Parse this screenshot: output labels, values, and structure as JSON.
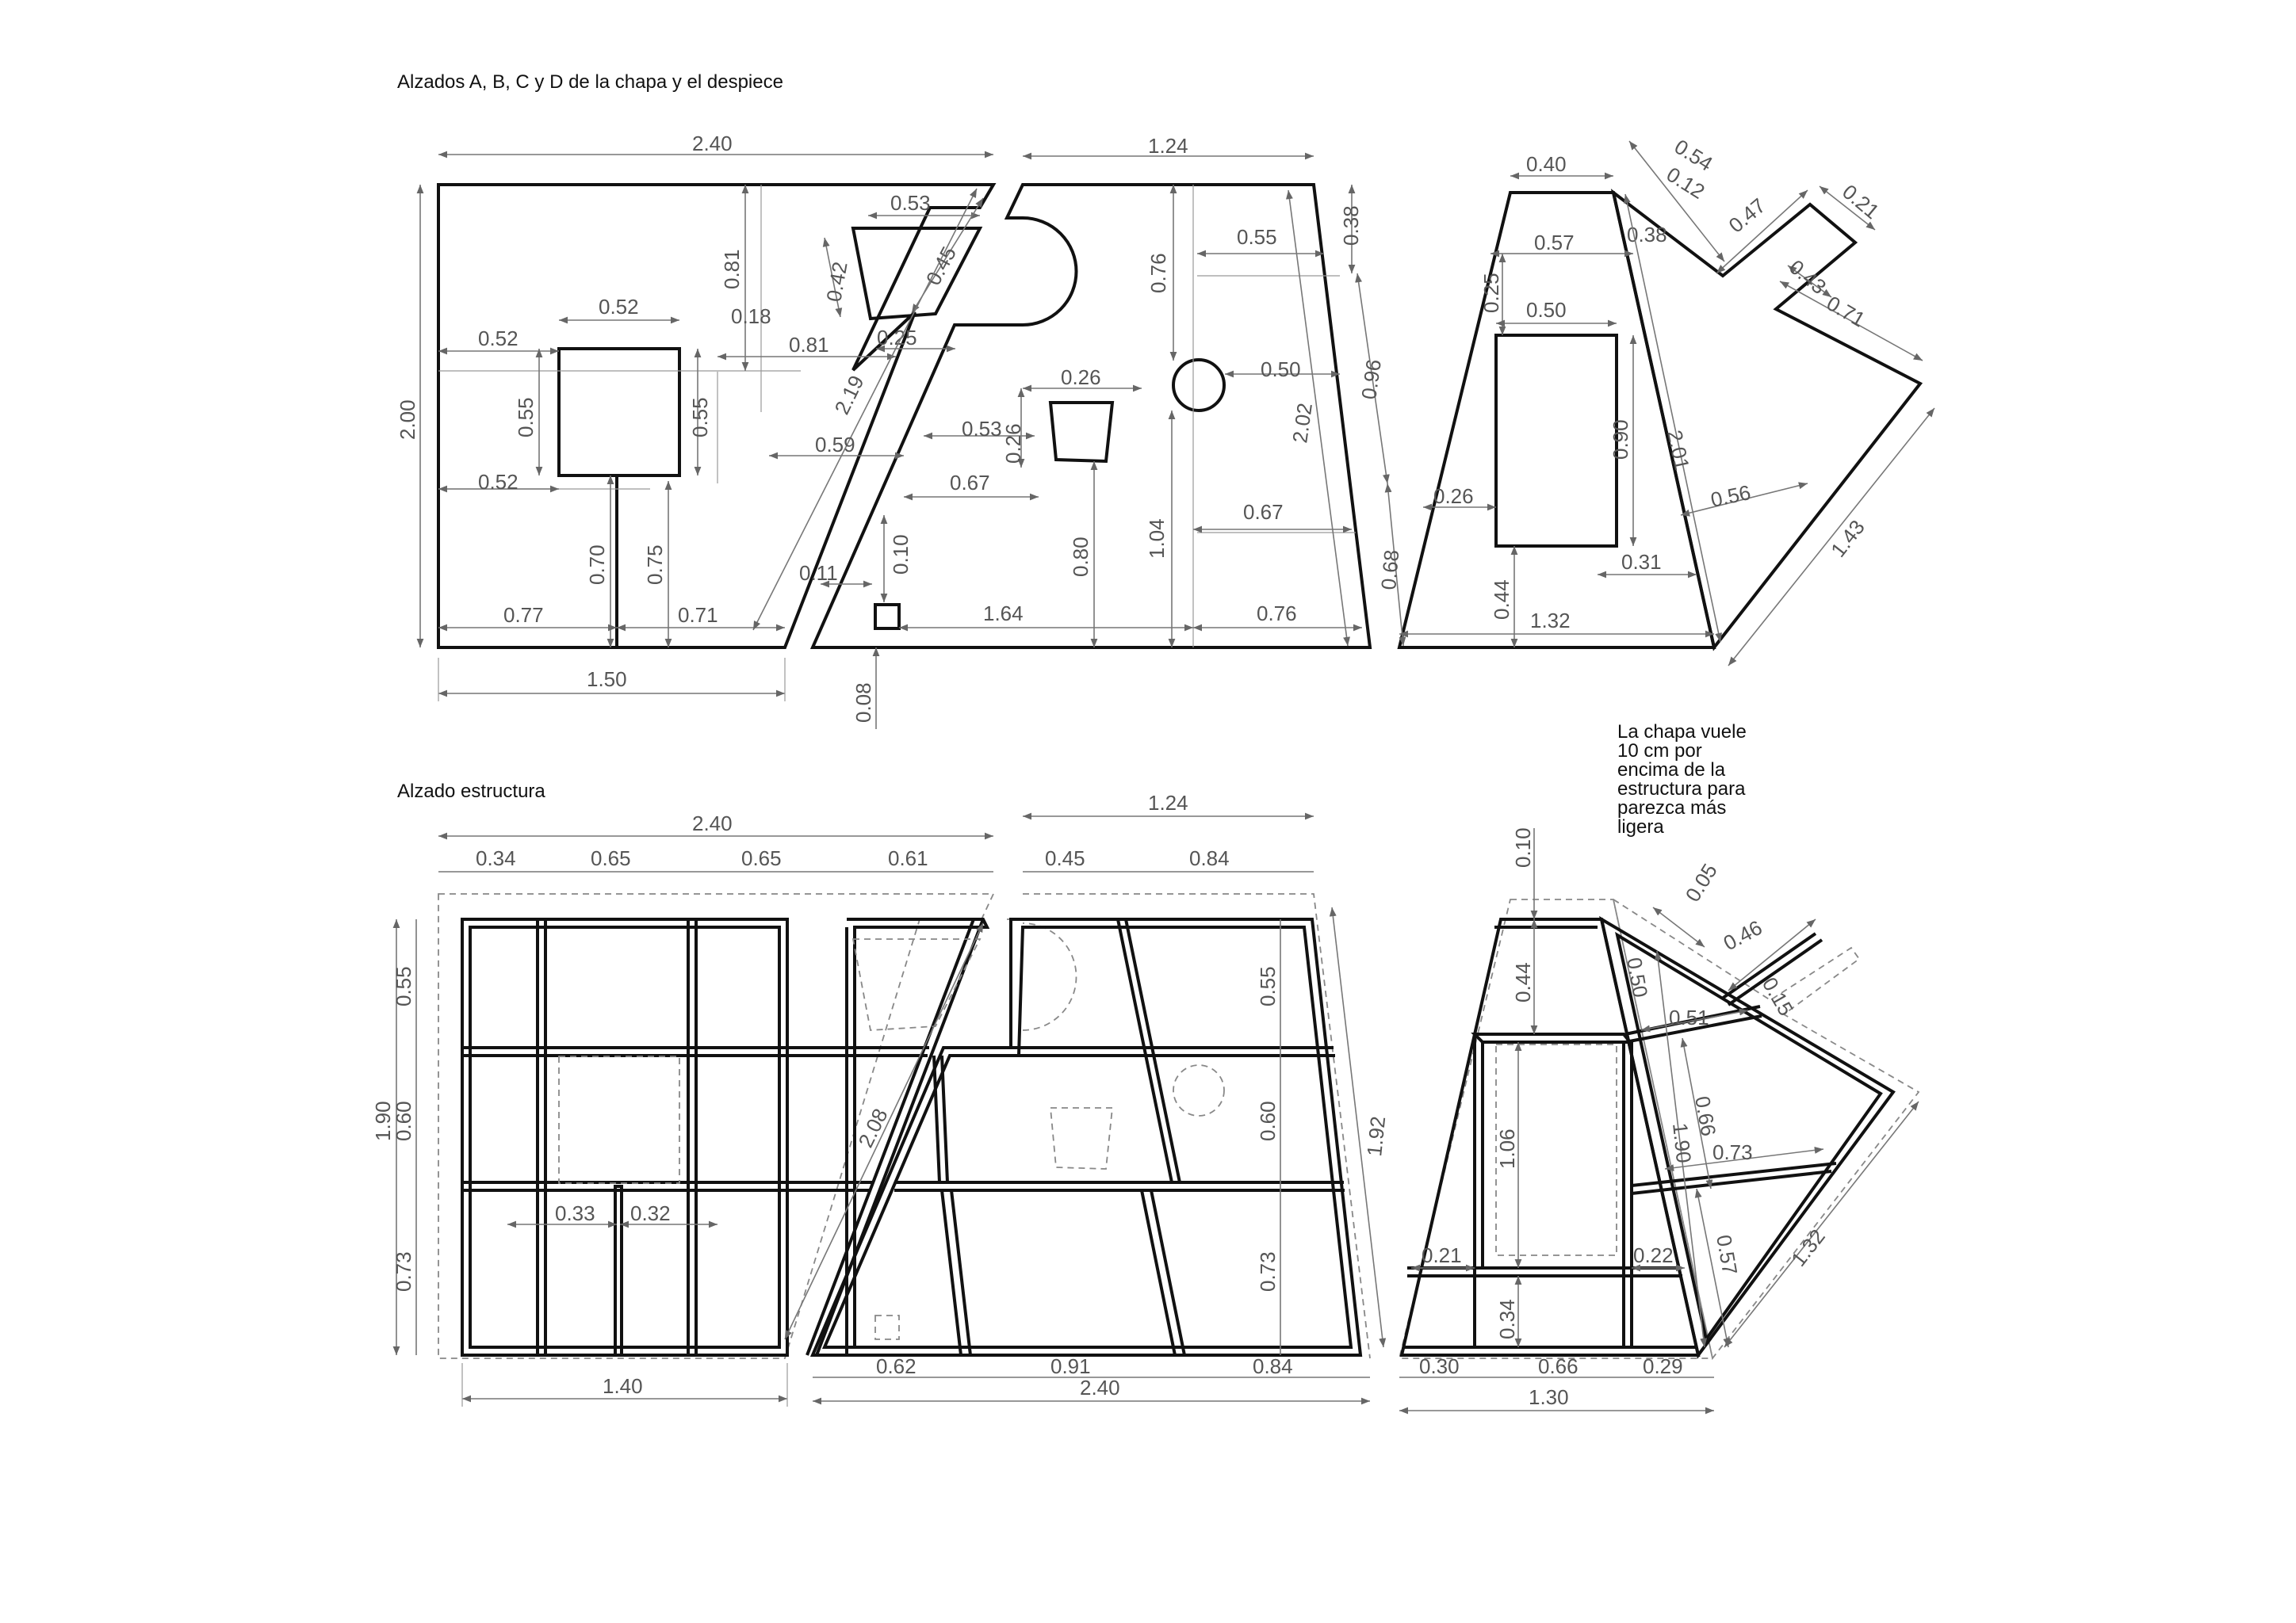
{
  "captions": {
    "top": "Alzados A, B, C y D de la chapa y el despiece",
    "bottom": "Alzado estructura",
    "note": [
      "La chapa vuele",
      "10 cm por",
      "encima de la",
      "estructura para",
      "parezca más",
      "ligera"
    ]
  },
  "dims": {
    "a_width": "2.40",
    "a_height": "2.00",
    "a_sq_w": "0.52",
    "a_left": "0.52",
    "a_left2": "0.52",
    "a_sq_h": "0.55",
    "a_sq_h2": "0.55",
    "a_v070": "0.70",
    "a_v075": "0.75",
    "a_077": "0.77",
    "a_071": "0.71",
    "a_150": "1.50",
    "a_081v": "0.81",
    "a_018": "0.18",
    "a_081h": "0.81",
    "a_025": "0.25",
    "a_053": "0.53",
    "a_042": "0.42",
    "a_045": "0.45",
    "a_219": "2.19",
    "a_059": "0.59",
    "b_width": "1.24",
    "b_076": "0.76",
    "b_055": "0.55",
    "b_038": "0.38",
    "b_050": "0.50",
    "b_026": "0.26",
    "b_053": "0.53",
    "b_026v": "0.26",
    "b_067a": "0.67",
    "b_096": "0.96",
    "b_202": "2.02",
    "b_104": "1.04",
    "b_080": "0.80",
    "b_067b": "0.67",
    "b_068": "0.68",
    "b_010": "0.10",
    "b_011": "0.11",
    "b_164": "1.64",
    "b_076b": "0.76",
    "b_008": "0.08",
    "c_040": "0.40",
    "c_057": "0.57",
    "c_038": "0.38",
    "c_025": "0.25",
    "c_050": "0.50",
    "c_090": "0.90",
    "c_201": "2.01",
    "c_026": "0.26",
    "c_056": "0.56",
    "c_031": "0.31",
    "c_044": "0.44",
    "c_132": "1.32",
    "d_054": "0.54",
    "d_012": "0.12",
    "d_047": "0.47",
    "d_021": "0.21",
    "d_043": "0.43",
    "d_071": "0.71",
    "d_143": "1.43",
    "s_240": "2.40",
    "s_034": "0.34",
    "s_065a": "0.65",
    "s_065b": "0.65",
    "s_061": "0.61",
    "s_124": "1.24",
    "s_045": "0.45",
    "s_084": "0.84",
    "s_190": "1.90",
    "s_055": "0.55",
    "s_060": "0.60",
    "s_073": "0.73",
    "s_033": "0.33",
    "s_032": "0.32",
    "s_140": "1.40",
    "s_208": "2.08",
    "s_055r": "0.55",
    "s_060r": "0.60",
    "s_073r": "0.73",
    "s_192": "1.92",
    "s_062": "0.62",
    "s_091": "0.91",
    "s_084b": "0.84",
    "s_240b": "2.40",
    "t_010": "0.10",
    "t_005": "0.05",
    "t_046": "0.46",
    "t_044": "0.44",
    "t_050": "0.50",
    "t_015": "0.15",
    "t_051": "0.51",
    "t_106": "1.06",
    "t_190": "1.90",
    "t_066v": "0.66",
    "t_073": "0.73",
    "t_021": "0.21",
    "t_022": "0.22",
    "t_057": "0.57",
    "t_132": "1.32",
    "t_034": "0.34",
    "t_030": "0.30",
    "t_066": "0.66",
    "t_029": "0.29",
    "t_130": "1.30"
  }
}
